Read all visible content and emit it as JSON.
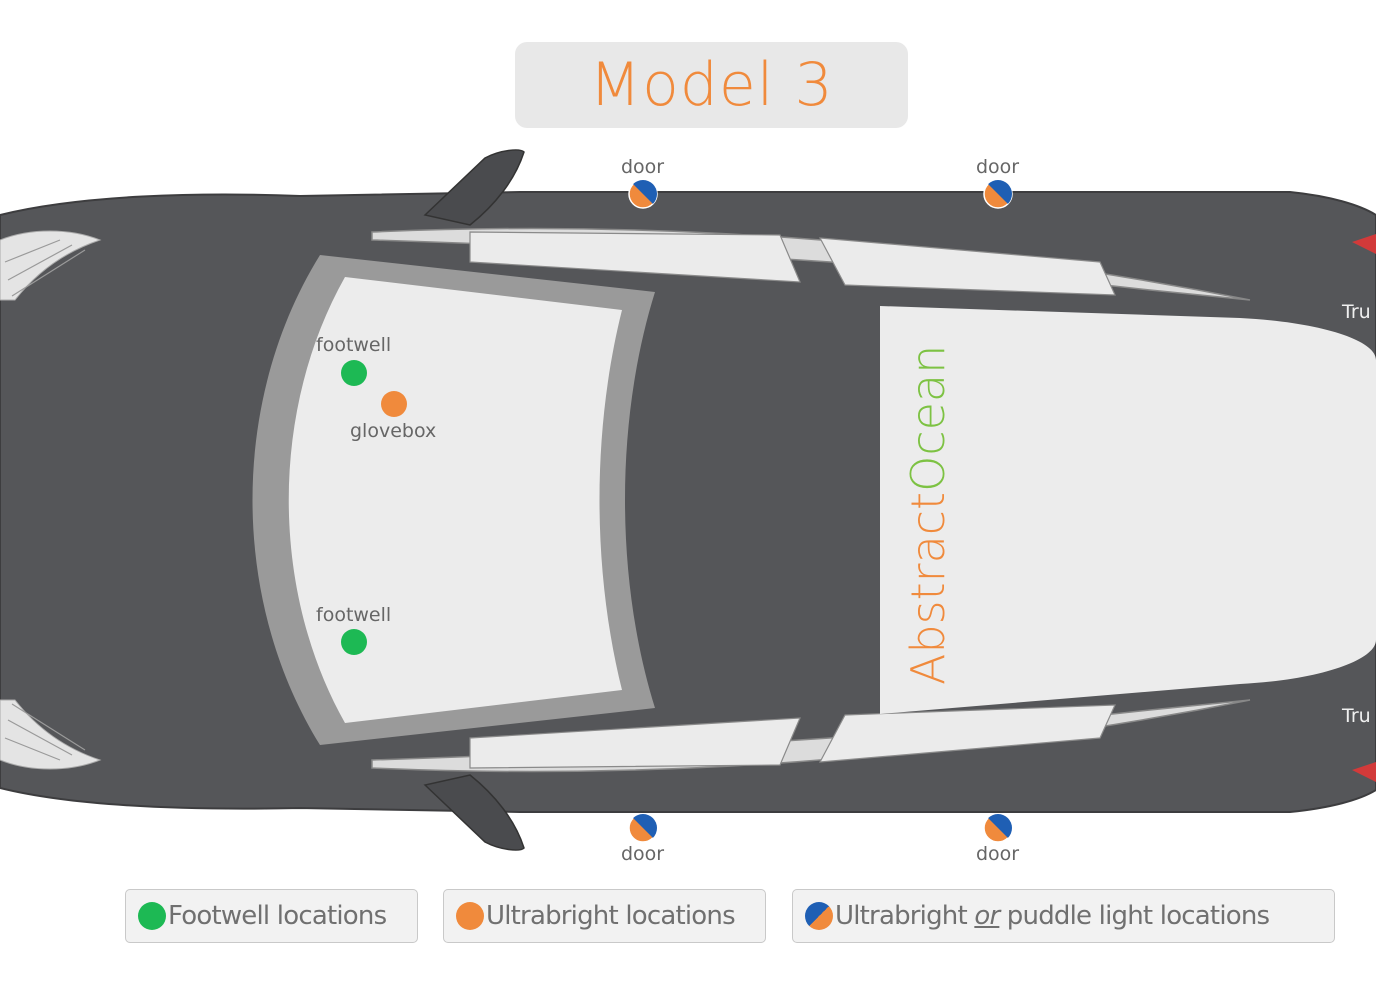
{
  "title": "Model 3",
  "brand": {
    "part1": "Abstract",
    "part2": "Ocean"
  },
  "labels": {
    "footwell_top": "footwell",
    "glovebox": "glovebox",
    "footwell_bottom": "footwell",
    "door_top_front": "door",
    "door_top_rear": "door",
    "door_bottom_front": "door",
    "door_bottom_rear": "door",
    "trunk_top": "Tru",
    "trunk_bottom": "Tru"
  },
  "legend": {
    "footwell": "Footwell locations",
    "ultrabright": "Ultrabright locations",
    "puddle_pre": "Ultrabright ",
    "puddle_or": "or",
    "puddle_post": " puddle light locations"
  },
  "colors": {
    "footwell": "#1db954",
    "ultrabright": "#f08a3c",
    "puddle_blue": "#1f5fb4",
    "body": "#555659",
    "interior": "#ececec",
    "frame": "#9a9a9a",
    "brand_orange": "#f08a3c",
    "brand_green": "#7dc243"
  }
}
